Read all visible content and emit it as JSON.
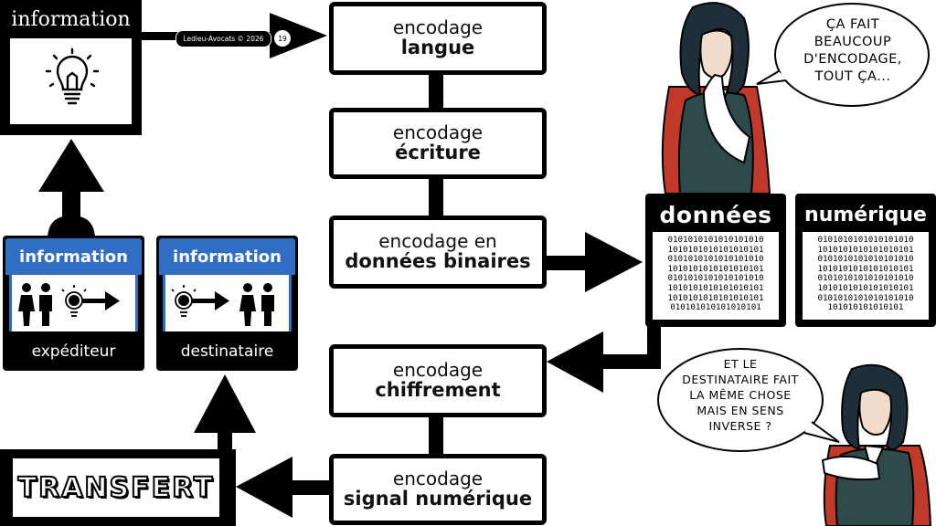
{
  "top_left": {
    "title": "information",
    "icon": "lightbulb-icon"
  },
  "copyright": {
    "text": "Ledieu-Avocats © 2026",
    "page": "19"
  },
  "steps": {
    "langue": {
      "line1": "encodage",
      "line2": "langue"
    },
    "ecriture": {
      "line1": "encodage",
      "line2": "écriture"
    },
    "binaire": {
      "line1": "encodage en",
      "line2": "données binaires"
    },
    "chiffrement": {
      "line1": "encodage",
      "line2": "chiffrement"
    },
    "signal": {
      "line1": "encodage",
      "line2": "signal numérique"
    }
  },
  "transfert": "TRANSFERT",
  "donnees": {
    "title": "données",
    "binary": "0101010101010101010\n1010101010101010101\n0101010101010101010\n1010101010101010101\n0101010101010101010\n1010101010101010101\n1010101010101010101\n010101010101010101"
  },
  "numerique": {
    "title": "numérique",
    "binary": "0101010101010101010\n1010101010101010101\n0101010101010101010\n1010101010101010101\n0101010101010101010\n1010101010101010101\n0101010101010101010\n101010101010101"
  },
  "sender_card": {
    "title": "information",
    "label": "expéditeur"
  },
  "receiver_card": {
    "title": "information",
    "label": "destinataire"
  },
  "bubble_top": "ÇA FAIT\nBEAUCOUP\nD'ENCODAGE,\nTOUT ÇA...",
  "bubble_bottom": "ET LE\nDESTINATAIRE FAIT\nLA MÊME CHOSE\nMAIS EN SENS\nINVERSE ?",
  "colors": {
    "card_blue": "#2f6ec4",
    "cape_red": "#c0392b",
    "outline": "#000000"
  }
}
